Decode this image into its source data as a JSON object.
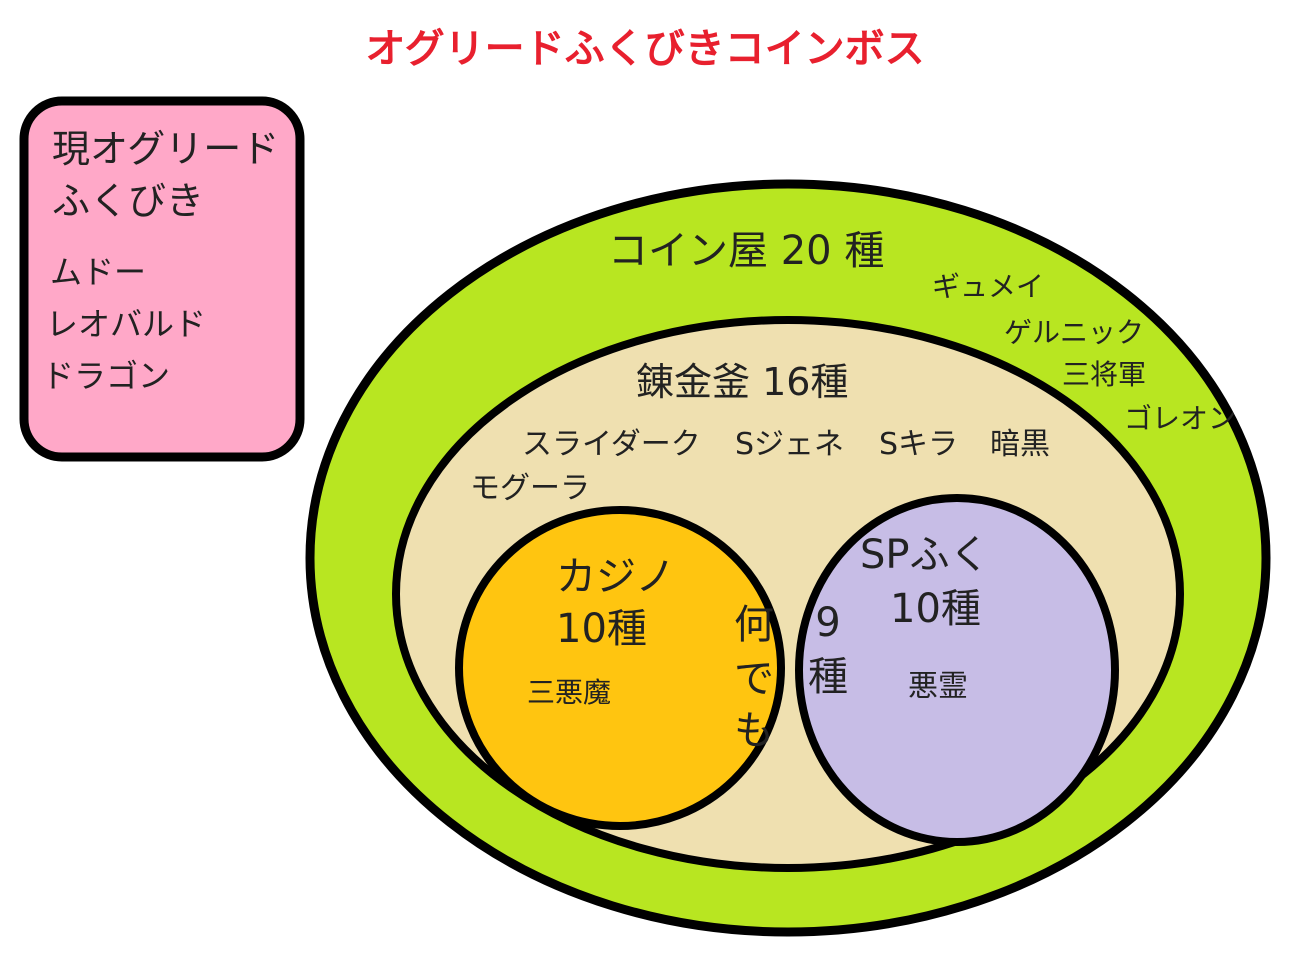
{
  "title": "オグリードふくびきコインボス",
  "current_box": {
    "heading_line1": "現オグリード",
    "heading_line2": "ふくびき",
    "items": [
      "ムドー",
      "レオバルド",
      "ドラゴン"
    ]
  },
  "coin_shop": {
    "label": "コイン屋 20 種",
    "items": [
      "ギュメイ",
      "ゲルニック",
      "三将軍",
      "ゴレオン"
    ]
  },
  "alchemy": {
    "label": "錬金釜 16種",
    "items_row": [
      "スライダーク",
      "Sジェネ",
      "Sキラ",
      "暗黒"
    ],
    "item_extra": "モグーラ"
  },
  "casino": {
    "label_line1": "カジノ",
    "label_line2": "10種",
    "item": "三悪魔"
  },
  "sp_fuku": {
    "label_line1": "SPふく",
    "label_line2": "10種",
    "item": "悪霊"
  },
  "overlap": {
    "left_chars": [
      "何",
      "で",
      "も"
    ],
    "right_chars": [
      "9",
      "種"
    ]
  },
  "colors": {
    "title": "#e8202e",
    "current_box_fill": "#ffa8c8",
    "coin_shop_fill": "#b8e621",
    "alchemy_fill": "#efe0b0",
    "casino_fill": "#ffc510",
    "sp_fill": "#c7bde6",
    "overlap_fill": "#c35bdc",
    "outline": "#000000"
  }
}
